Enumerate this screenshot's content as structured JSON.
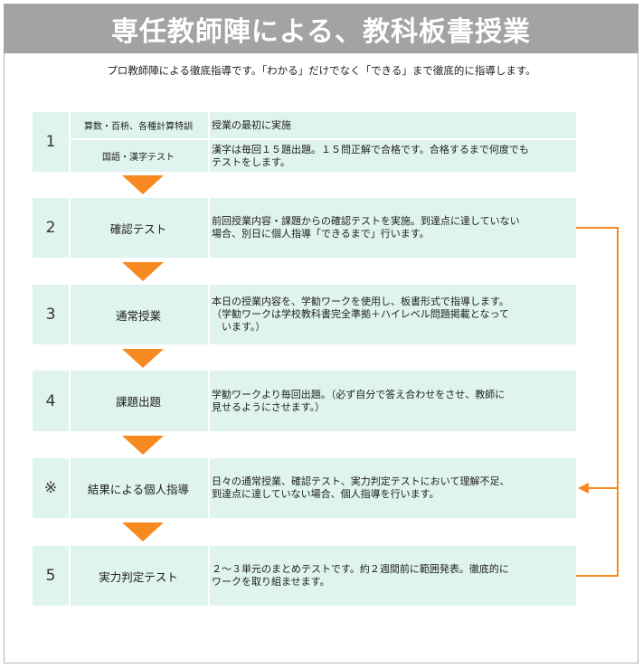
{
  "header": {
    "title": "専任教師陣による、教科板書授業",
    "subtitle": "プロ教師陣による徹底指導です。「わかる」だけでなく「できる」まで徹底的に指導します。"
  },
  "steps": [
    {
      "num": "1",
      "subrows": [
        {
          "title": "算数・百枡、各種計算特訓",
          "desc": "授業の最初に実施"
        },
        {
          "title": "国語・漢字テスト",
          "desc": "漢字は毎回１５題出題。１５問正解で合格です。合格するまで何度でも\nテストをします。"
        }
      ]
    },
    {
      "num": "2",
      "title": "確認テスト",
      "desc": "前回授業内容・課題からの確認テストを実施。到達点に達していない\n場合、別日に個人指導「できるまで」行います。"
    },
    {
      "num": "3",
      "title": "通常授業",
      "desc": "本日の授業内容を、学勧ワークを使用し、板書形式で指導します。\n（学勧ワークは学校教科書完全準拠＋ハイレベル問題掲載となって\n　います。）"
    },
    {
      "num": "4",
      "title": "課題出題",
      "desc": "学勧ワークより毎回出題。（必ず自分で答え合わせをさせ、教師に\n見せるようにさせます。）"
    },
    {
      "num": "※",
      "title": "結果による個人指導",
      "desc": "日々の通常授業、確認テスト、実力判定テストにおいて理解不足、\n到達点に達していない場合、個人指導を行います。"
    },
    {
      "num": "5",
      "title": "実力判定テスト",
      "desc": "２～３単元のまとめテストです。約２週間前に範囲発表。徹底的に\nワークを取り組ませます。"
    }
  ],
  "colors": {
    "row_bg": "#dff3ef",
    "arrow": "#f6891f",
    "banner_bg": "#a3a3a3"
  }
}
